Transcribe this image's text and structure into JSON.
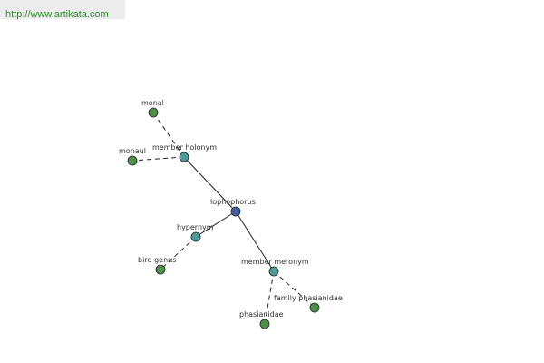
{
  "header": {
    "url": "http://www.artikata.com"
  },
  "colors": {
    "center": "#4a5aa0",
    "relation": "#4e9a9a",
    "leaf": "#4e8f4a",
    "url_text": "#2f8f2f"
  },
  "graph": {
    "nodes": [
      {
        "id": "lophophorus",
        "label": "lophophorus",
        "kind": "center"
      },
      {
        "id": "member-holonym",
        "label": "member holonym",
        "kind": "relation"
      },
      {
        "id": "hypernym",
        "label": "hypernym",
        "kind": "relation"
      },
      {
        "id": "member-meronym",
        "label": "member meronym",
        "kind": "relation"
      },
      {
        "id": "monal",
        "label": "monal",
        "kind": "leaf"
      },
      {
        "id": "monaul",
        "label": "monaul",
        "kind": "leaf"
      },
      {
        "id": "bird-genus",
        "label": "bird genus",
        "kind": "leaf"
      },
      {
        "id": "phasianidae",
        "label": "phasianidae",
        "kind": "leaf"
      },
      {
        "id": "family-phasianidae",
        "label": "family phasianidae",
        "kind": "leaf"
      }
    ],
    "edges": [
      {
        "from": "lophophorus",
        "to": "member-holonym",
        "style": "solid"
      },
      {
        "from": "lophophorus",
        "to": "hypernym",
        "style": "solid"
      },
      {
        "from": "lophophorus",
        "to": "member-meronym",
        "style": "solid"
      },
      {
        "from": "member-holonym",
        "to": "monal",
        "style": "dashed"
      },
      {
        "from": "member-holonym",
        "to": "monaul",
        "style": "dashed"
      },
      {
        "from": "hypernym",
        "to": "bird-genus",
        "style": "dashed"
      },
      {
        "from": "member-meronym",
        "to": "phasianidae",
        "style": "dashed"
      },
      {
        "from": "member-meronym",
        "to": "family-phasianidae",
        "style": "dashed"
      }
    ]
  }
}
